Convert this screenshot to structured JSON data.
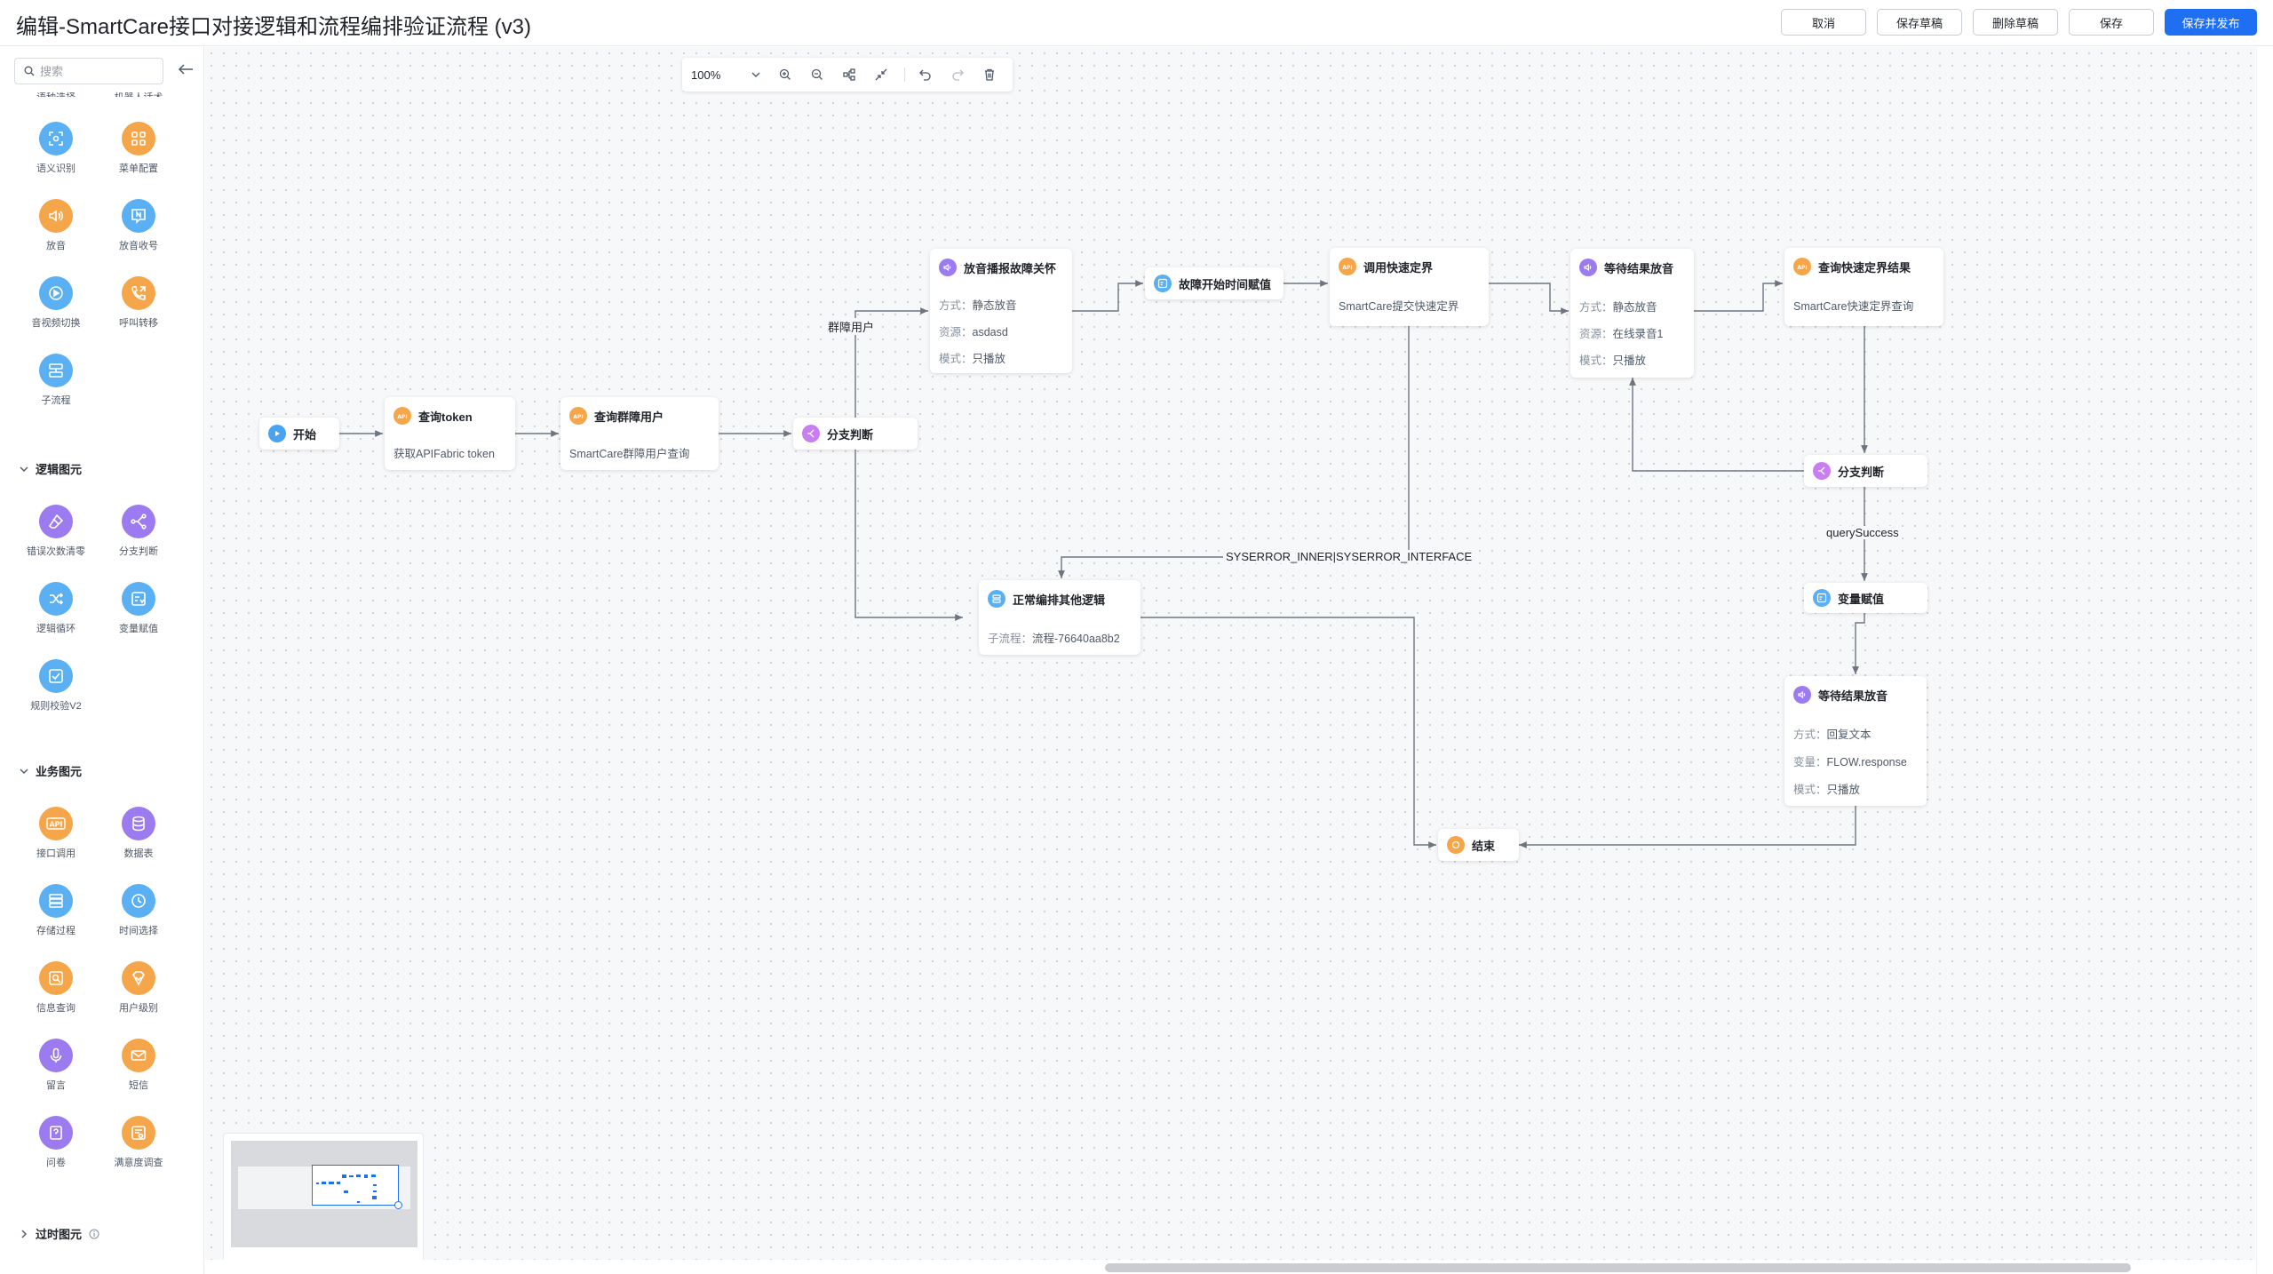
{
  "header": {
    "title": "编辑-SmartCare接口对接逻辑和流程编排验证流程 (v3)",
    "buttons": {
      "cancel": "取消",
      "save_draft": "保存草稿",
      "delete_draft": "删除草稿",
      "save": "保存",
      "save_publish": "保存并发布"
    }
  },
  "sidebar": {
    "search_placeholder": "搜索",
    "top_cut_labels": [
      "语种选择",
      "机器人话术"
    ],
    "groups": [
      {
        "title": "",
        "items": [
          {
            "label": "语义识别",
            "icon": "semantic-recognition-icon",
            "color": "#5ab0f2"
          },
          {
            "label": "菜单配置",
            "icon": "menu-config-icon",
            "color": "#f5a64a"
          },
          {
            "label": "放音",
            "icon": "speaker-icon",
            "color": "#f5a64a"
          },
          {
            "label": "放音收号",
            "icon": "collect-digits-icon",
            "color": "#5ab0f2"
          },
          {
            "label": "音视频切换",
            "icon": "av-switch-icon",
            "color": "#5ab0f2"
          },
          {
            "label": "呼叫转移",
            "icon": "call-transfer-icon",
            "color": "#f5a64a"
          },
          {
            "label": "子流程",
            "icon": "subflow-icon",
            "color": "#5ab0f2"
          }
        ]
      },
      {
        "title": "逻辑图元",
        "items": [
          {
            "label": "错误次数清零",
            "icon": "eraser-icon",
            "color": "#9c7af0"
          },
          {
            "label": "分支判断",
            "icon": "branch-icon",
            "color": "#9c7af0"
          },
          {
            "label": "逻辑循环",
            "icon": "loop-icon",
            "color": "#5ab0f2"
          },
          {
            "label": "变量赋值",
            "icon": "assign-icon",
            "color": "#5ab0f2"
          },
          {
            "label": "规则校验V2",
            "icon": "check-icon",
            "color": "#5ab0f2"
          }
        ]
      },
      {
        "title": "业务图元",
        "items": [
          {
            "label": "接口调用",
            "icon": "api-icon",
            "color": "#f5a64a"
          },
          {
            "label": "数据表",
            "icon": "database-icon",
            "color": "#9c7af0"
          },
          {
            "label": "存储过程",
            "icon": "storage-icon",
            "color": "#5ab0f2"
          },
          {
            "label": "时间选择",
            "icon": "clock-icon",
            "color": "#5ab0f2"
          },
          {
            "label": "信息查询",
            "icon": "info-query-icon",
            "color": "#f5a64a"
          },
          {
            "label": "用户级别",
            "icon": "user-level-icon",
            "color": "#f5a64a"
          },
          {
            "label": "留言",
            "icon": "microphone-icon",
            "color": "#9c7af0"
          },
          {
            "label": "短信",
            "icon": "mail-icon",
            "color": "#f5a64a"
          },
          {
            "label": "问卷",
            "icon": "questionnaire-icon",
            "color": "#9c7af0"
          },
          {
            "label": "满意度调查",
            "icon": "satisfaction-icon",
            "color": "#f5a64a"
          }
        ]
      },
      {
        "title": "过时图元",
        "items": []
      }
    ]
  },
  "toolbar": {
    "zoom": "100%"
  },
  "flow": {
    "nodes": {
      "start": {
        "title": "开始"
      },
      "query_token": {
        "title": "查询token",
        "body": "获取APIFabric token"
      },
      "query_group_user": {
        "title": "查询群障用户",
        "body": "SmartCare群障用户查询"
      },
      "branch1": {
        "title": "分支判断"
      },
      "play_fault": {
        "title": "放音播报故障关怀",
        "rows": [
          {
            "k": "方式：",
            "v": "静态放音"
          },
          {
            "k": "资源：",
            "v": "asdasd"
          },
          {
            "k": "模式：",
            "v": "只播放"
          }
        ]
      },
      "assign_fault_time": {
        "title": "故障开始时间赋值"
      },
      "call_quick_locate": {
        "title": "调用快速定界",
        "body": "SmartCare提交快速定界"
      },
      "wait_play1": {
        "title": "等待结果放音",
        "rows": [
          {
            "k": "方式：",
            "v": "静态放音"
          },
          {
            "k": "资源：",
            "v": "在线录音1"
          },
          {
            "k": "模式：",
            "v": "只播放"
          }
        ]
      },
      "query_locate_result": {
        "title": "查询快速定界结果",
        "body": "SmartCare快速定界查询"
      },
      "branch2": {
        "title": "分支判断"
      },
      "assign_var": {
        "title": "变量赋值"
      },
      "wait_play2": {
        "title": "等待结果放音",
        "rows": [
          {
            "k": "方式：",
            "v": "回复文本"
          },
          {
            "k": "变量：",
            "v": "FLOW.response"
          },
          {
            "k": "模式：",
            "v": "只播放"
          }
        ]
      },
      "normal_logic": {
        "title": "正常编排其他逻辑",
        "body_key": "子流程：",
        "body": "流程-76640aa8b2"
      },
      "end": {
        "title": "结束"
      }
    },
    "edge_labels": {
      "group_user": "群障用户",
      "syserror": "SYSERROR_INNER|SYSERROR_INTERFACE",
      "query_success": "querySuccess"
    }
  }
}
